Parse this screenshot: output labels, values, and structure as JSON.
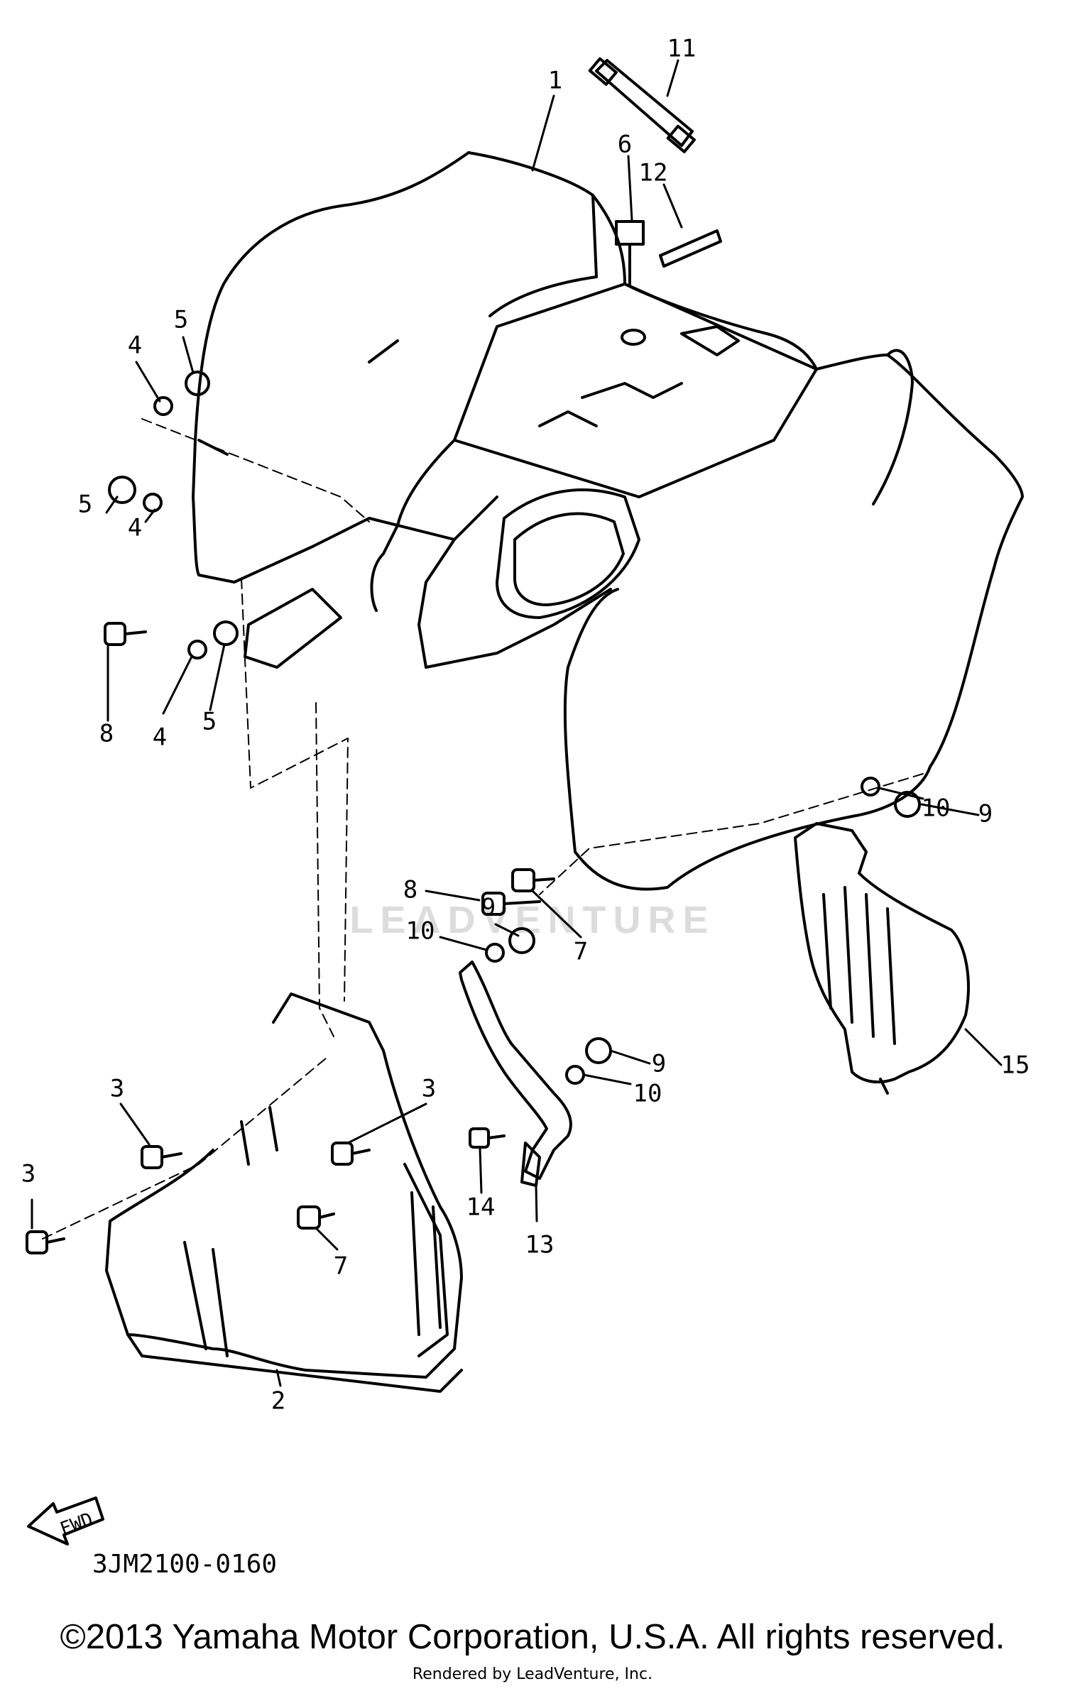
{
  "diagram": {
    "callouts": [
      "1",
      "2",
      "3",
      "3",
      "3",
      "4",
      "4",
      "4",
      "5",
      "5",
      "5",
      "6",
      "7",
      "7",
      "8",
      "8",
      "9",
      "9",
      "9",
      "10",
      "10",
      "10",
      "11",
      "12",
      "13",
      "14",
      "15"
    ],
    "fwd_arrow_label": "FWD",
    "drawing_code": "3JM2100-0160"
  },
  "watermark": {
    "text": "LEADVENTURE"
  },
  "footer": {
    "copyright": "©2013 Yamaha Motor Corporation, U.S.A. All rights reserved.",
    "rendered_by": "Rendered by LeadVenture, Inc."
  }
}
